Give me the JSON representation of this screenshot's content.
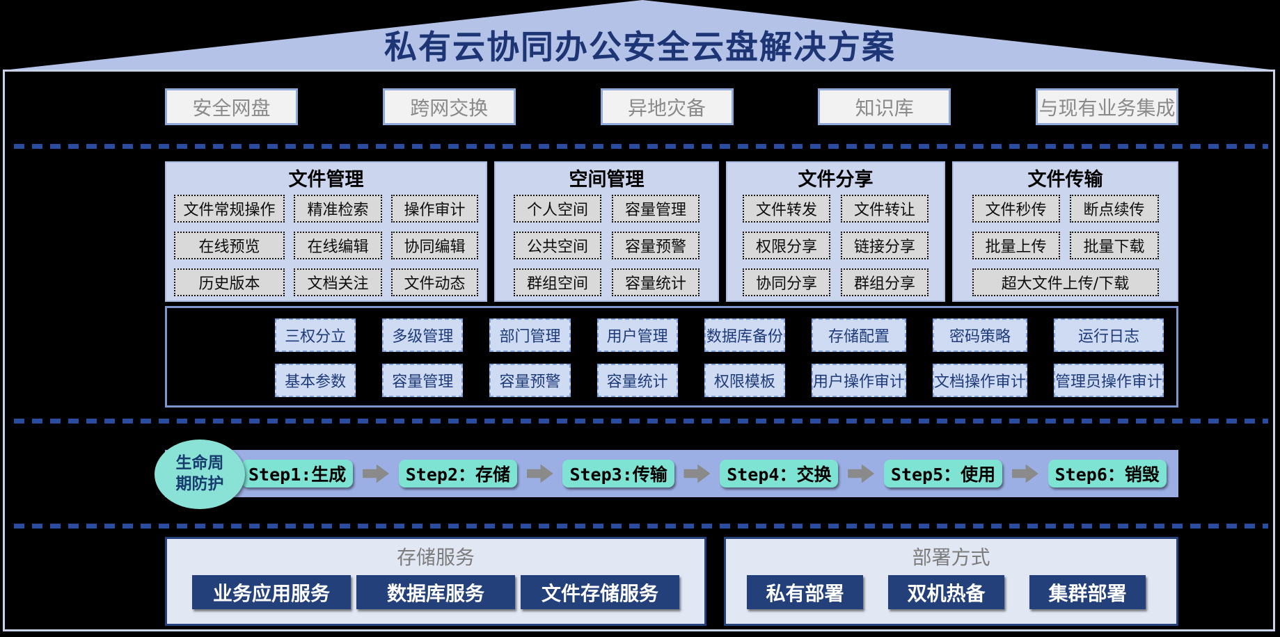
{
  "title": "私有云协同办公安全云盘解决方案",
  "top_row": [
    "安全网盘",
    "跨网交换",
    "异地灾备",
    "知识库",
    "与现有业务集成"
  ],
  "panels": [
    {
      "title": "文件管理",
      "items": [
        "文件常规操作",
        "精准检索",
        "操作审计",
        "在线预览",
        "在线编辑",
        "协同编辑",
        "历史版本",
        "文档关注",
        "文件动态"
      ]
    },
    {
      "title": "空间管理",
      "items": [
        "个人空间",
        "容量管理",
        "公共空间",
        "容量预警",
        "群组空间",
        "容量统计"
      ]
    },
    {
      "title": "文件分享",
      "items": [
        "文件转发",
        "文件转让",
        "权限分享",
        "链接分享",
        "协同分享",
        "群组分享"
      ]
    },
    {
      "title": "文件传输",
      "items": [
        "文件秒传",
        "断点续传",
        "批量上传",
        "批量下载",
        "超大文件上传/下载"
      ]
    }
  ],
  "admin": {
    "row1": [
      "三权分立",
      "多级管理",
      "部门管理",
      "用户管理",
      "数据库备份",
      "存储配置",
      "密码策略",
      "运行日志"
    ],
    "row2": [
      "基本参数",
      "容量管理",
      "容量预警",
      "容量统计",
      "权限模板",
      "用户操作审计",
      "文档操作审计",
      "管理员操作审计"
    ]
  },
  "lifecycle": {
    "label_line1": "生命周",
    "label_line2": "期防护",
    "steps": [
      "Step1:生成",
      "Step2：存储",
      "Step3:传输",
      "Step4：交换",
      "Step5：使用",
      "Step6：销毁"
    ]
  },
  "bottom": [
    {
      "title": "存储服务",
      "items": [
        "业务应用服务",
        "数据库服务",
        "文件存储服务"
      ]
    },
    {
      "title": "部署方式",
      "items": [
        "私有部署",
        "双机热备",
        "集群部署"
      ]
    }
  ],
  "colors": {
    "background": "#000000",
    "roof": "#b3c2e6",
    "title_text": "#1d3575",
    "outer_border": "#c8d2e9",
    "top_box_bg": "#f2f2f2",
    "top_box_border": "#8fa9db",
    "top_box_text": "#8a8a8a",
    "dash_line": "#2b4da0",
    "panel_bg": "#cbd6ee",
    "panel_border": "#aebfe6",
    "panel_title_text": "#000000",
    "dotted_box_bg": "#d9d9d9",
    "dotted_box_border": "#111111",
    "dotted_box_text": "#0d0d0d",
    "admin_border": "#7d96cf",
    "admin_box_bg": "#cfdbf3",
    "admin_box_border": "#7fa3de",
    "admin_box_text": "#1e3a78",
    "band_bg": "#9cafe5",
    "ellipse_bg": "#8ae1d6",
    "ellipse_text": "#173c6e",
    "step_bg": "#7ee3d2",
    "step_text": "#000000",
    "arrow": "#8a8a8a",
    "bottom_panel_bg": "#e2e7f4",
    "bottom_panel_border": "#26427d",
    "bottom_title_text": "#7c7c7c",
    "navy_box_bg": "#24407b",
    "navy_box_text": "#ffffff"
  }
}
